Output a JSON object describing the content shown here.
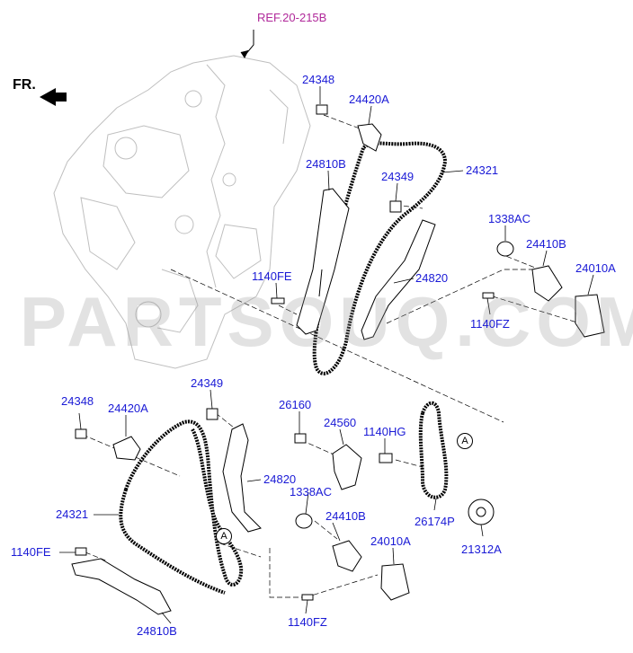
{
  "colors": {
    "label": "#1a1ad6",
    "ref": "#b0289a",
    "line": "#000000",
    "block": "#bfbfbf"
  },
  "ref_label": "REF.20-215B",
  "front_label": "FR.",
  "watermark": "PARTSOUQ.COM",
  "callout_letter": "A",
  "parts": {
    "p24348_top": "24348",
    "p24420a_top": "24420A",
    "p24810b_top": "24810B",
    "p24349_top": "24349",
    "p24321_top": "24321",
    "p1338ac_top": "1338AC",
    "p24410b_top": "24410B",
    "p24010a_top": "24010A",
    "p1140fe_top": "1140FE",
    "p24820_top": "24820",
    "p1140fz_top": "1140FZ",
    "p24348_bot": "24348",
    "p24420a_bot": "24420A",
    "p24349_bot": "24349",
    "p26160": "26160",
    "p24560": "24560",
    "p1140hg": "1140HG",
    "p24820_bot": "24820",
    "p1338ac_bot": "1338AC",
    "p24321_bot": "24321",
    "p24410b_bot": "24410B",
    "p26174p": "26174P",
    "p24010a_bot": "24010A",
    "p21312a": "21312A",
    "p1140fe_bot": "1140FE",
    "p24810b_bot": "24810B",
    "p1140fz_bot": "1140FZ"
  }
}
